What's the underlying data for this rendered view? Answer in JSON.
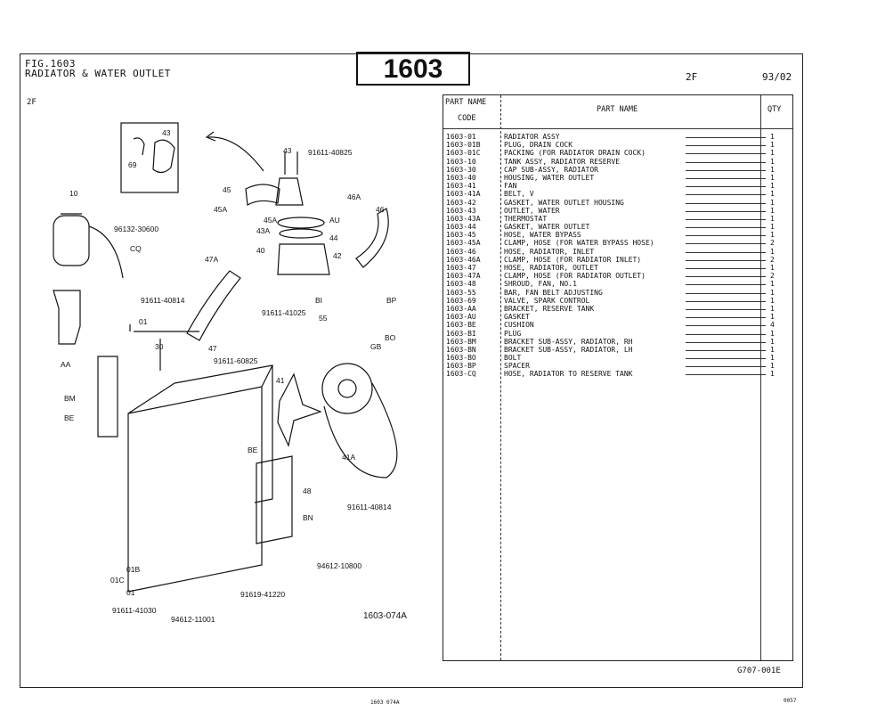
{
  "header": {
    "fig": "FIG.1603",
    "title": "RADIATOR & WATER OUTLET",
    "number": "1603",
    "model": "2F",
    "date": "93/02",
    "model_left": "2F"
  },
  "diagram": {
    "ref_code": "1603-074A",
    "callouts": [
      "43",
      "69",
      "43",
      "91611-40825",
      "10",
      "45",
      "45A",
      "45A",
      "AU",
      "46A",
      "46",
      "96132-30600",
      "CQ",
      "43A",
      "44",
      "47A",
      "40",
      "42",
      "91611-40814",
      "BP",
      "BI",
      "55",
      "91611-41025",
      "BO",
      "GB",
      "AA",
      "01",
      "30",
      "47",
      "91611-60825",
      "41",
      "BM",
      "BE",
      "BE",
      "41A",
      "48",
      "BN",
      "91611-40814",
      "01B",
      "01C",
      "94612-10800",
      "01",
      "91611-41030",
      "91619-41220",
      "94612-11001"
    ]
  },
  "table": {
    "headers": {
      "part_name_code_1": "PART NAME",
      "part_name_code_2": "CODE",
      "part_name": "PART  NAME",
      "qty": "QTY"
    },
    "rows": [
      {
        "code": "1603-01",
        "name": "RADIATOR ASSY",
        "qty": "1"
      },
      {
        "code": "1603-01B",
        "name": "PLUG, DRAIN COCK",
        "qty": "1"
      },
      {
        "code": "1603-01C",
        "name": "PACKING (FOR RADIATOR DRAIN COCK)",
        "qty": "1"
      },
      {
        "code": "1603-10",
        "name": "TANK ASSY, RADIATOR RESERVE",
        "qty": "1"
      },
      {
        "code": "1603-30",
        "name": "CAP SUB-ASSY, RADIATOR",
        "qty": "1"
      },
      {
        "code": "1603-40",
        "name": "HOUSING, WATER OUTLET",
        "qty": "1"
      },
      {
        "code": "1603-41",
        "name": "FAN",
        "qty": "1"
      },
      {
        "code": "1603-41A",
        "name": "BELT, V",
        "qty": "1"
      },
      {
        "code": "1603-42",
        "name": "GASKET, WATER OUTLET HOUSING",
        "qty": "1"
      },
      {
        "code": "1603-43",
        "name": "OUTLET, WATER",
        "qty": "1"
      },
      {
        "code": "1603-43A",
        "name": "THERMOSTAT",
        "qty": "1"
      },
      {
        "code": "1603-44",
        "name": "GASKET, WATER OUTLET",
        "qty": "1"
      },
      {
        "code": "1603-45",
        "name": "HOSE, WATER BYPASS",
        "qty": "1"
      },
      {
        "code": "1603-45A",
        "name": "CLAMP, HOSE (FOR WATER BYPASS HOSE)",
        "qty": "2"
      },
      {
        "code": "1603-46",
        "name": "HOSE, RADIATOR, INLET",
        "qty": "1"
      },
      {
        "code": "1603-46A",
        "name": "CLAMP, HOSE (FOR RADIATOR INLET)",
        "qty": "2"
      },
      {
        "code": "1603-47",
        "name": "HOSE, RADIATOR, OUTLET",
        "qty": "1"
      },
      {
        "code": "1603-47A",
        "name": "CLAMP, HOSE (FOR RADIATOR OUTLET)",
        "qty": "2"
      },
      {
        "code": "1603-48",
        "name": "SHROUD, FAN, NO.1",
        "qty": "1"
      },
      {
        "code": "1603-55",
        "name": "BAR, FAN BELT ADJUSTING",
        "qty": "1"
      },
      {
        "code": "1603-69",
        "name": "VALVE, SPARK CONTROL",
        "qty": "1"
      },
      {
        "code": "1603-AA",
        "name": "BRACKET, RESERVE TANK",
        "qty": "1"
      },
      {
        "code": "1603-AU",
        "name": "GASKET",
        "qty": "1"
      },
      {
        "code": "1603-BE",
        "name": "CUSHION",
        "qty": "4"
      },
      {
        "code": "1603-BI",
        "name": "PLUG",
        "qty": "1"
      },
      {
        "code": "1603-BM",
        "name": "BRACKET SUB-ASSY, RADIATOR, RH",
        "qty": "1"
      },
      {
        "code": "1603-BN",
        "name": "BRACKET SUB-ASSY, RADIATOR, LH",
        "qty": "1"
      },
      {
        "code": "1603-BO",
        "name": "BOLT",
        "qty": "1"
      },
      {
        "code": "1603-BP",
        "name": "SPACER",
        "qty": "1"
      },
      {
        "code": "1603-CQ",
        "name": "HOSE, RADIATOR TO RESERVE TANK",
        "qty": "1"
      }
    ],
    "footer_code": "G707-001E"
  },
  "footer": {
    "left": "1603  074A",
    "right": "0057"
  }
}
